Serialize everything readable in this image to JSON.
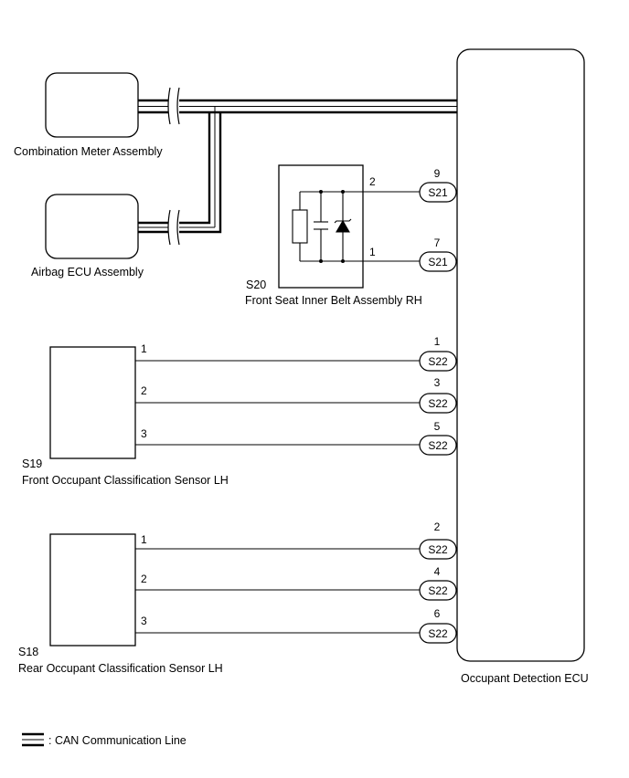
{
  "components": {
    "combination_meter": "Combination Meter Assembly",
    "airbag_ecu": "Airbag ECU Assembly",
    "s20_code": "S20",
    "s20_name": "Front Seat Inner Belt Assembly RH",
    "s19_code": "S19",
    "s19_name": "Front Occupant Classification Sensor LH",
    "s18_code": "S18",
    "s18_name": "Rear Occupant Classification Sensor LH",
    "ecu_name": "Occupant Detection ECU"
  },
  "s20_wires": [
    {
      "sensor_pin": "2",
      "ecu_pin": "9",
      "connector": "S21"
    },
    {
      "sensor_pin": "1",
      "ecu_pin": "7",
      "connector": "S21"
    }
  ],
  "s19_wires": [
    {
      "sensor_pin": "1",
      "ecu_pin": "1",
      "connector": "S22"
    },
    {
      "sensor_pin": "2",
      "ecu_pin": "3",
      "connector": "S22"
    },
    {
      "sensor_pin": "3",
      "ecu_pin": "5",
      "connector": "S22"
    }
  ],
  "s18_wires": [
    {
      "sensor_pin": "1",
      "ecu_pin": "2",
      "connector": "S22"
    },
    {
      "sensor_pin": "2",
      "ecu_pin": "4",
      "connector": "S22"
    },
    {
      "sensor_pin": "3",
      "ecu_pin": "6",
      "connector": "S22"
    }
  ],
  "legend": {
    "can_label": ": CAN Communication Line"
  }
}
